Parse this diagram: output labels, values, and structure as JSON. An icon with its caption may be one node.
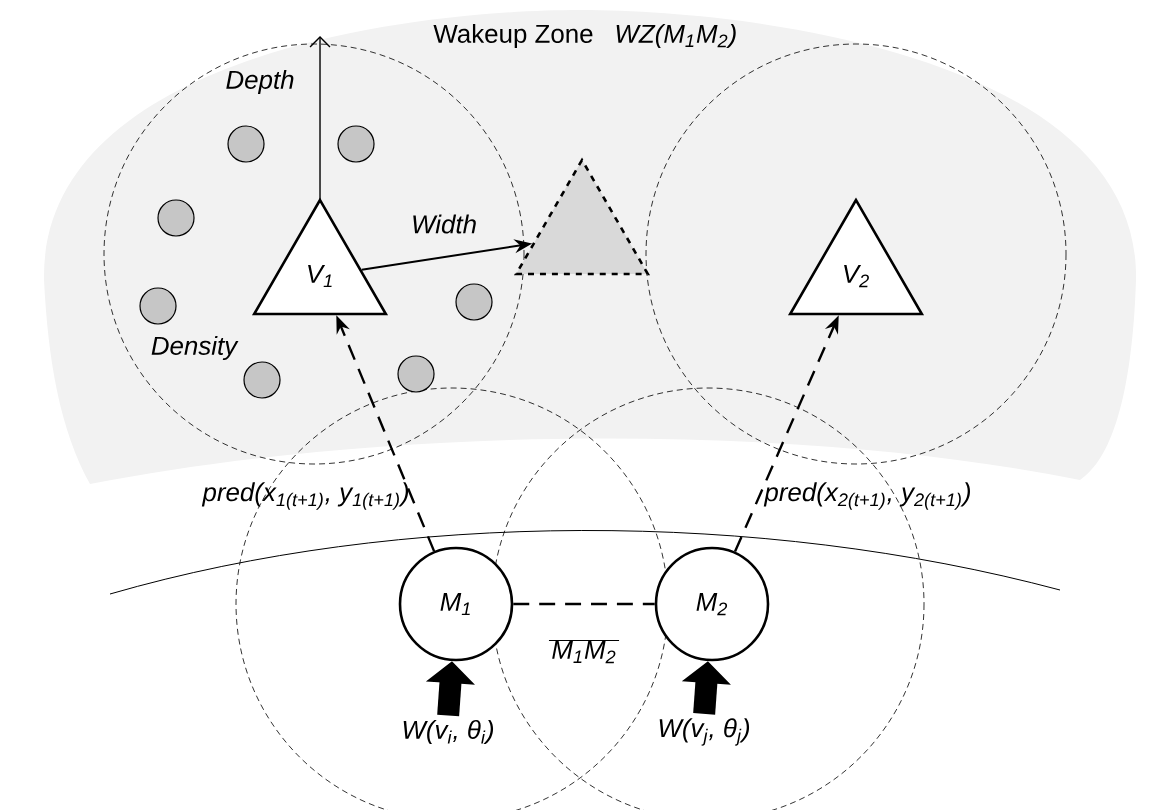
{
  "diagram": {
    "nodes": [
      {
        "text": [
          "V$_{1}$"
        ]
      },
      {
        "text": [],
        "shape": "triangle"
      },
      {
        "text": [
          "V$_{2}$"
        ]
      },
      {
        "text": [
          "M$_{1}$"
        ]
      },
      {
        "text": [
          "M$_{2}$"
        ]
      },
      {
        "text": [
          "W(v$_{i}$, θ$_{i}$)"
        ]
      },
      {
        "text": [
          "W(v$_{j}$, θ$_{j}$)"
        ]
      }
    ],
    "edges": [
      {
        "from": 3,
        "to": 0,
        "arrow": "to",
        "style": "dashed",
        "label": "pred(x$_{1(t+1)}$, y$_{1(t+1)}$)"
      },
      {
        "from": 4,
        "to": 2,
        "arrow": "to",
        "style": "dashed",
        "label": "pred(x$_{2(t+1)}$, y$_{2(t+1)}$)"
      },
      {
        "from": 3,
        "to": 4,
        "arrow": "none",
        "style": "dashed",
        "label": "M$_{1}$M$_{2}$"
      },
      {
        "from": 0,
        "to": 1,
        "arrow": "to",
        "label": "Width"
      },
      {
        "from": 5,
        "to": 3,
        "arrow": "to",
        "style": "thick"
      },
      {
        "from": 6,
        "to": 4,
        "arrow": "to",
        "style": "thick"
      }
    ],
    "labels": [
      "Wakeup Zone",
      "WZ(M$_{1}$M$_{2}$)",
      "Depth",
      "Density"
    ]
  }
}
